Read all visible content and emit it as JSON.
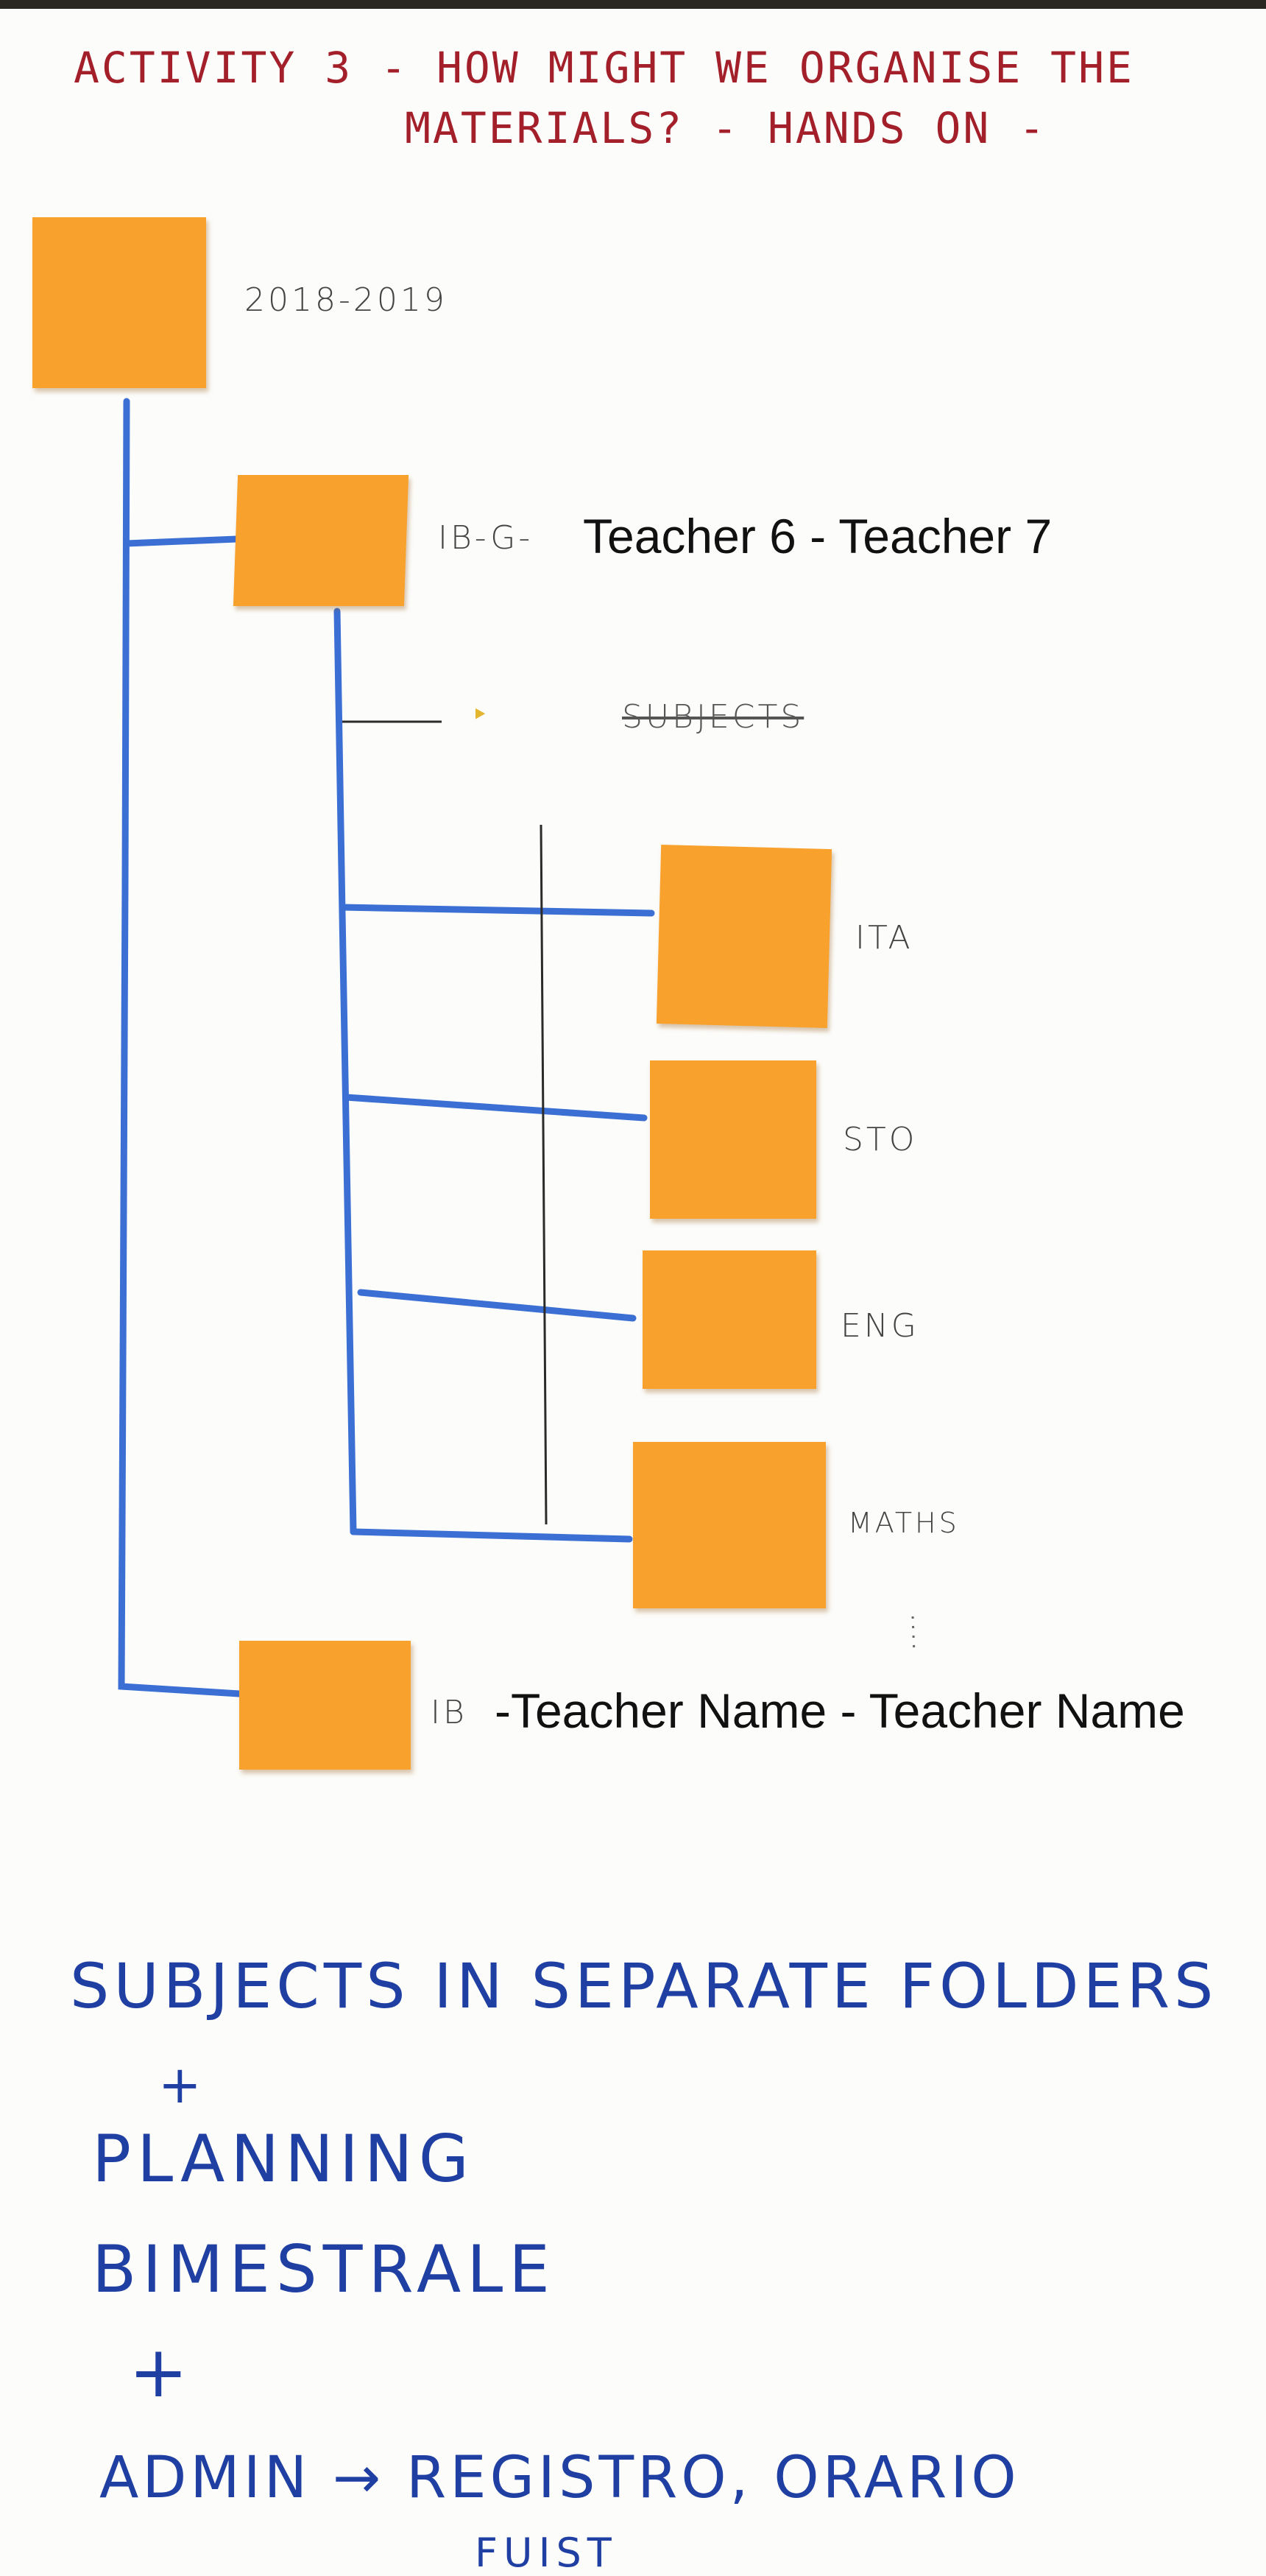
{
  "title": {
    "line1": "ACTIVITY 3 - HOW MIGHT WE ORGANISE THE",
    "line2": "MATERIALS? - HANDS ON -"
  },
  "tree": {
    "root": {
      "label": "2018-2019"
    },
    "class1": {
      "prefix": "IB-G-",
      "typed": "Teacher 6 - Teacher 7"
    },
    "subjects_header": "SUBJECTS",
    "subjects": [
      {
        "label": "ITA"
      },
      {
        "label": "STO"
      },
      {
        "label": "ENG"
      },
      {
        "label": "MATHS"
      }
    ],
    "class2": {
      "prefix": "IB",
      "typed": "-Teacher Name - Teacher Name"
    }
  },
  "notes": {
    "line1": "SUBJECTS IN SEPARATE FOLDERS",
    "plus1": "+",
    "line2": "PLANNING",
    "line3": "BIMESTRALE",
    "plus2": "+",
    "line4": "ADMIN → REGISTRO, ORARIO",
    "line5": "FUIST"
  },
  "colors": {
    "title": "#a3202b",
    "sticky_note": "#f8a12c",
    "tree_lines": "#3b6fd4",
    "notes": "#1f3fa3"
  }
}
